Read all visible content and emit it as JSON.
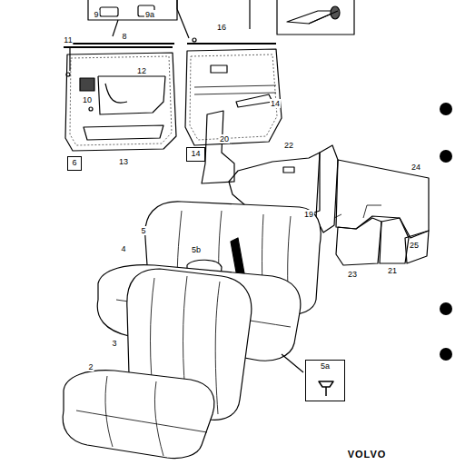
{
  "diagram": {
    "nodes": [
      {
        "text": [
          "6"
        ]
      },
      {
        "text": [
          "14"
        ]
      },
      {
        "text": [
          "5a"
        ]
      }
    ],
    "labels": [
      "9",
      "9a",
      "8",
      "16",
      "11",
      "10",
      "12",
      "14",
      "13",
      "20",
      "22",
      "24",
      "19",
      "23",
      "21",
      "25",
      "5",
      "4",
      "5b",
      "3",
      "2",
      "VOLVO"
    ]
  }
}
